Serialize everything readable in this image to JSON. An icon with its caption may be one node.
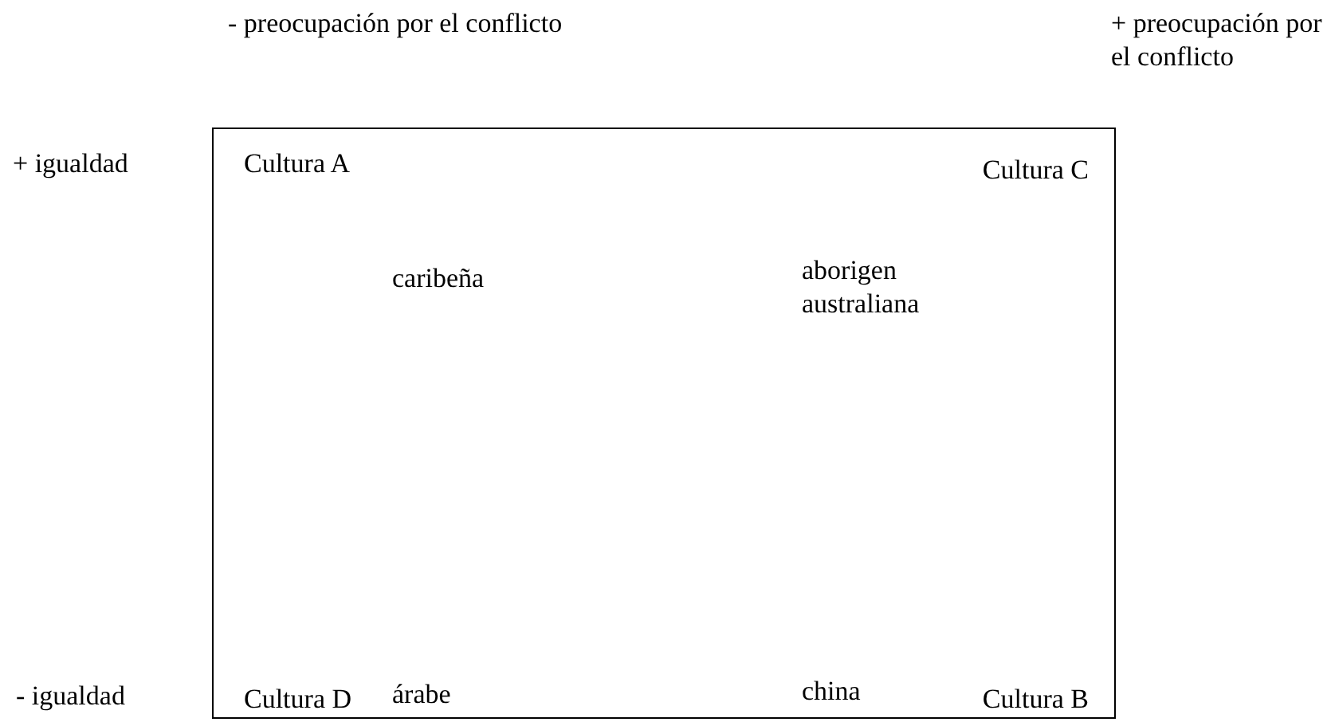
{
  "diagram": {
    "nodes": [
      {
        "text": [
          "Cultura A",
          "Cultura C",
          "caribeña",
          "aborigen australiana",
          "árabe",
          "china",
          "Cultura D",
          "Cultura B"
        ]
      }
    ],
    "edges": [],
    "labels": [
      "- preocupación por el conflicto",
      "+ preocupación por el conflicto",
      "+ igualdad",
      "- igualdad"
    ]
  }
}
